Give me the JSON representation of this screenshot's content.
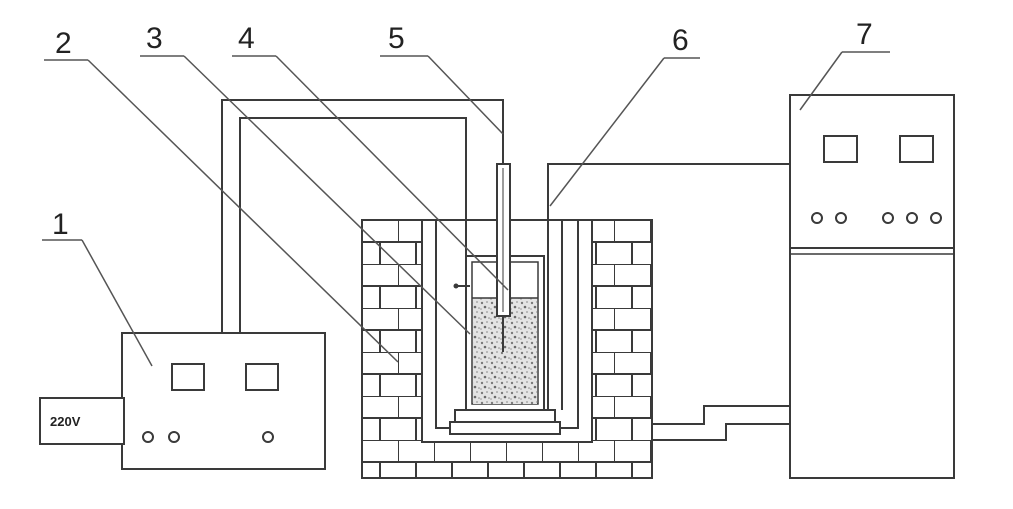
{
  "labels": {
    "l1": "1",
    "l2": "2",
    "l3": "3",
    "l4": "4",
    "l5": "5",
    "l6": "6",
    "l7": "7"
  },
  "power_plug_label": "220V",
  "colors": {
    "line": "#3a3a3a",
    "sample_fill": "#cfcfcf",
    "background": "#ffffff"
  }
}
